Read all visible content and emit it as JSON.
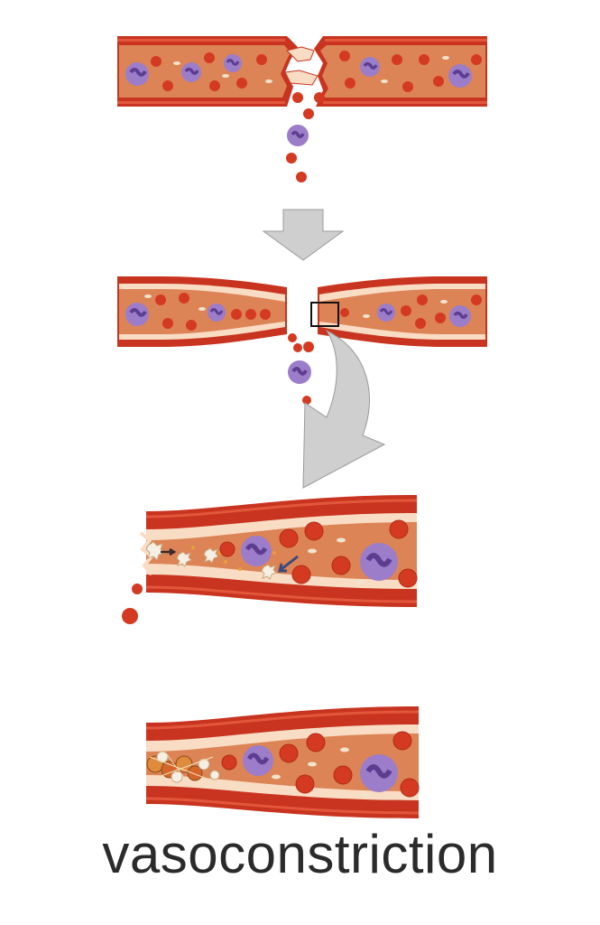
{
  "caption": "vasoconstriction",
  "colors": {
    "vessel_wall": "#c8341f",
    "vessel_wall_dark": "#9e2414",
    "wall_stripe": "#e2573c",
    "intima": "#f8dcc4",
    "lumen": "#dc8456",
    "red_cell": "#d43a22",
    "red_cell_center": "#e3614a",
    "white_cell": "#9c7dc9",
    "white_cell_nucleus": "#5d3d8f",
    "platelet": "#f1e3cc",
    "arrow_fill": "#cfcfcf",
    "arrow_stroke": "#9a9a9a",
    "inset_arrow": "#3a4a7a"
  },
  "stages": [
    {
      "id": "ruptured-vessel",
      "icon": "torn-blood-vessel-icon"
    },
    {
      "id": "constricted-vessel",
      "icon": "constricted-vessel-icon"
    },
    {
      "id": "platelet-activation-closeup",
      "icon": "platelet-adhesion-icon"
    },
    {
      "id": "platelet-plug",
      "icon": "platelet-plug-icon"
    }
  ]
}
